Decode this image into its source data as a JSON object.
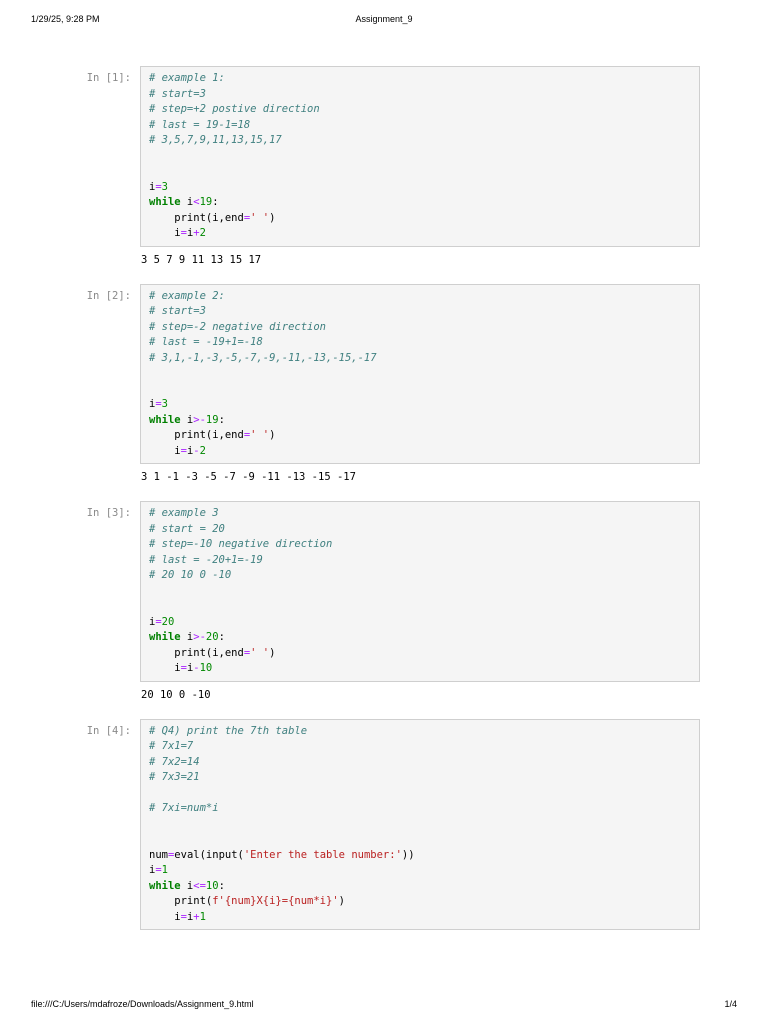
{
  "page": {
    "header": {
      "datetime": "1/29/25, 9:28 PM",
      "title": "Assignment_9"
    },
    "footer": {
      "file_path": "file:///C:/Users/mdafroze/Downloads/Assignment_9.html",
      "page_number": "1/4"
    }
  },
  "colors": {
    "comment": "#408080",
    "keyword": "#008000",
    "number": "#008800",
    "operator": "#AA22FF",
    "string": "#BA2121",
    "cell_bg": "#f5f5f5",
    "cell_border": "#cfcfcf",
    "prompt": "#8a8a8a"
  },
  "cells": [
    {
      "prompt": "In [1]:",
      "lines": [
        [
          [
            "# example 1:",
            "com"
          ]
        ],
        [
          [
            "# start=3",
            "com"
          ]
        ],
        [
          [
            "# step=+2 postive direction",
            "com"
          ]
        ],
        [
          [
            "# last = 19-1=18",
            "com"
          ]
        ],
        [
          [
            "# 3,5,7,9,11,13,15,17",
            "com"
          ]
        ],
        [],
        [],
        [
          [
            "i",
            "pl"
          ],
          [
            "=",
            "op"
          ],
          [
            "3",
            "num"
          ]
        ],
        [
          [
            "while",
            "kw"
          ],
          [
            " i",
            "pl"
          ],
          [
            "<",
            "op"
          ],
          [
            "19",
            "num"
          ],
          [
            ":",
            "pl"
          ]
        ],
        [
          [
            "    print(i,end",
            "pl"
          ],
          [
            "=",
            "op"
          ],
          [
            "' '",
            "str"
          ],
          [
            ")",
            "pl"
          ]
        ],
        [
          [
            "    i",
            "pl"
          ],
          [
            "=",
            "op"
          ],
          [
            "i",
            "pl"
          ],
          [
            "+",
            "op"
          ],
          [
            "2",
            "num"
          ]
        ]
      ],
      "output": "3 5 7 9 11 13 15 17"
    },
    {
      "prompt": "In [2]:",
      "lines": [
        [
          [
            "# example 2:",
            "com"
          ]
        ],
        [
          [
            "# start=3",
            "com"
          ]
        ],
        [
          [
            "# step=-2 negative direction",
            "com"
          ]
        ],
        [
          [
            "# last = -19+1=-18",
            "com"
          ]
        ],
        [
          [
            "# 3,1,-1,-3,-5,-7,-9,-11,-13,-15,-17",
            "com"
          ]
        ],
        [],
        [],
        [
          [
            "i",
            "pl"
          ],
          [
            "=",
            "op"
          ],
          [
            "3",
            "num"
          ]
        ],
        [
          [
            "while",
            "kw"
          ],
          [
            " i",
            "pl"
          ],
          [
            ">-",
            "op"
          ],
          [
            "19",
            "num"
          ],
          [
            ":",
            "pl"
          ]
        ],
        [
          [
            "    print(i,end",
            "pl"
          ],
          [
            "=",
            "op"
          ],
          [
            "' '",
            "str"
          ],
          [
            ")",
            "pl"
          ]
        ],
        [
          [
            "    i",
            "pl"
          ],
          [
            "=",
            "op"
          ],
          [
            "i",
            "pl"
          ],
          [
            "-",
            "op"
          ],
          [
            "2",
            "num"
          ]
        ]
      ],
      "output": "3 1 -1 -3 -5 -7 -9 -11 -13 -15 -17"
    },
    {
      "prompt": "In [3]:",
      "lines": [
        [
          [
            "# example 3",
            "com"
          ]
        ],
        [
          [
            "# start = 20",
            "com"
          ]
        ],
        [
          [
            "# step=-10 negative direction",
            "com"
          ]
        ],
        [
          [
            "# last = -20+1=-19",
            "com"
          ]
        ],
        [
          [
            "# 20 10 0 -10",
            "com"
          ]
        ],
        [],
        [],
        [
          [
            "i",
            "pl"
          ],
          [
            "=",
            "op"
          ],
          [
            "20",
            "num"
          ]
        ],
        [
          [
            "while",
            "kw"
          ],
          [
            " i",
            "pl"
          ],
          [
            ">-",
            "op"
          ],
          [
            "20",
            "num"
          ],
          [
            ":",
            "pl"
          ]
        ],
        [
          [
            "    print(i,end",
            "pl"
          ],
          [
            "=",
            "op"
          ],
          [
            "' '",
            "str"
          ],
          [
            ")",
            "pl"
          ]
        ],
        [
          [
            "    i",
            "pl"
          ],
          [
            "=",
            "op"
          ],
          [
            "i",
            "pl"
          ],
          [
            "-",
            "op"
          ],
          [
            "10",
            "num"
          ]
        ]
      ],
      "output": "20 10 0 -10"
    },
    {
      "prompt": "In [4]:",
      "lines": [
        [
          [
            "# Q4) print the 7th table",
            "com"
          ]
        ],
        [
          [
            "# 7x1=7",
            "com"
          ]
        ],
        [
          [
            "# 7x2=14",
            "com"
          ]
        ],
        [
          [
            "# 7x3=21",
            "com"
          ]
        ],
        [],
        [
          [
            "# 7xi=num*i",
            "com"
          ]
        ],
        [],
        [],
        [
          [
            "num",
            "pl"
          ],
          [
            "=",
            "op"
          ],
          [
            "eval",
            "pl"
          ],
          [
            "(",
            "pl"
          ],
          [
            "input",
            "pl"
          ],
          [
            "(",
            "pl"
          ],
          [
            "'Enter the table number:'",
            "str"
          ],
          [
            "))",
            "pl"
          ]
        ],
        [
          [
            "i",
            "pl"
          ],
          [
            "=",
            "op"
          ],
          [
            "1",
            "num"
          ]
        ],
        [
          [
            "while",
            "kw"
          ],
          [
            " i",
            "pl"
          ],
          [
            "<=",
            "op"
          ],
          [
            "10",
            "num"
          ],
          [
            ":",
            "pl"
          ]
        ],
        [
          [
            "    print(",
            "pl"
          ],
          [
            "f'{num}X{i}={num*i}'",
            "str"
          ],
          [
            ")",
            "pl"
          ]
        ],
        [
          [
            "    i",
            "pl"
          ],
          [
            "=",
            "op"
          ],
          [
            "i",
            "pl"
          ],
          [
            "+",
            "op"
          ],
          [
            "1",
            "num"
          ]
        ]
      ],
      "output": null
    }
  ]
}
